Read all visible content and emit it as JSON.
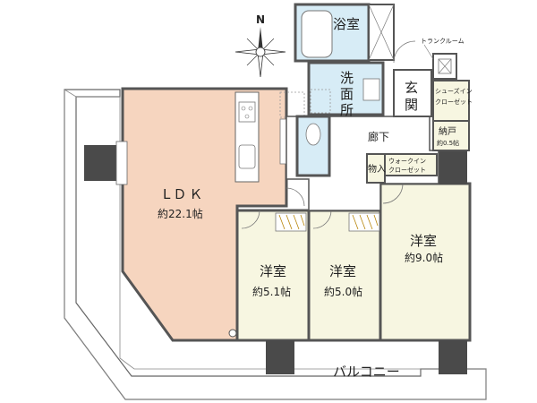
{
  "compass": {
    "north": "N"
  },
  "rooms": {
    "ldk": {
      "name": "LＤＫ",
      "area": "約22.1帖"
    },
    "bedroom_a": {
      "name": "洋室",
      "area": "約5.1帖"
    },
    "bedroom_b": {
      "name": "洋室",
      "area": "約5.0帖"
    },
    "bedroom_c": {
      "name": "洋室",
      "area": "約9.0帖"
    },
    "bathroom": {
      "name": "浴室"
    },
    "washroom": {
      "name": "洗面所",
      "chars": [
        "洗",
        "面",
        "所"
      ]
    },
    "entrance": {
      "name": "玄関",
      "chars": [
        "玄",
        "関"
      ]
    },
    "hallway": {
      "name": "廊下"
    },
    "storage": {
      "name": "物入"
    },
    "walkin": {
      "line1": "ウォークイン",
      "line2": "クローゼット"
    },
    "shoes": {
      "line1": "シューズイン",
      "line2": "クローゼット"
    },
    "nando": {
      "name": "納戸",
      "area": "約0.5帖"
    },
    "trunk": {
      "name": "トランクルーム"
    },
    "balcony": {
      "name": "バルコニー"
    }
  },
  "colors": {
    "ldk": "#f6d5bf",
    "bedroom": "#f7f6e1",
    "water": "#d7ecf6",
    "hall": "#ffffff",
    "column": "#4a4a4a",
    "wall": "#555555",
    "cabinet": "#b8860b"
  }
}
